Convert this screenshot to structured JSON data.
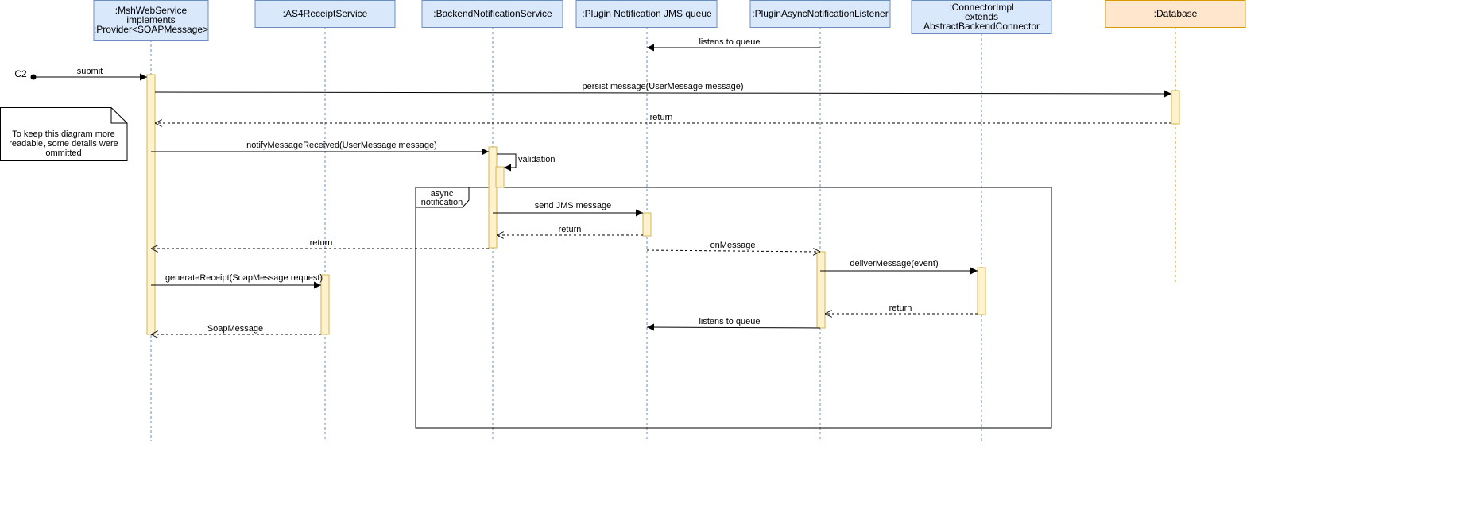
{
  "participants": [
    {
      "id": "msh",
      "lines": [
        ":MshWebService",
        "implements",
        ":Provider<SOAPMessage>"
      ],
      "fill": "#dae8fc",
      "stroke": "#6c8ebf",
      "lifeline": "#6c8ebf"
    },
    {
      "id": "as4",
      "lines": [
        ":AS4ReceiptService"
      ],
      "fill": "#dae8fc",
      "stroke": "#6c8ebf",
      "lifeline": "#6c8ebf"
    },
    {
      "id": "backend",
      "lines": [
        ":BackendNotificationService"
      ],
      "fill": "#dae8fc",
      "stroke": "#6c8ebf",
      "lifeline": "#6c8ebf"
    },
    {
      "id": "jms",
      "lines": [
        ":Plugin Notification JMS queue"
      ],
      "fill": "#dae8fc",
      "stroke": "#6c8ebf",
      "lifeline": "#6c8ebf"
    },
    {
      "id": "plugin",
      "lines": [
        ":PluginAsyncNotificationListener"
      ],
      "fill": "#dae8fc",
      "stroke": "#6c8ebf",
      "lifeline": "#6c8ebf"
    },
    {
      "id": "conn",
      "lines": [
        ":ConnectorImpl",
        "extends",
        "AbstractBackendConnector"
      ],
      "fill": "#dae8fc",
      "stroke": "#6c8ebf",
      "lifeline": "#6c8ebf"
    },
    {
      "id": "db",
      "lines": [
        ":Database"
      ],
      "fill": "#ffe6cc",
      "stroke": "#d79b00",
      "lifeline": "#d79b00"
    }
  ],
  "actor": {
    "label": "C2"
  },
  "messages": [
    {
      "id": "listens-to-queue-1",
      "label": "listens to queue",
      "type": "sync"
    },
    {
      "id": "submit",
      "label": "submit",
      "type": "sync"
    },
    {
      "id": "persist-message",
      "label": "persist message(UserMessage message)",
      "type": "sync"
    },
    {
      "id": "return-db",
      "label": "return",
      "type": "return"
    },
    {
      "id": "notify-message-received",
      "label": "notifyMessageReceived(UserMessage message)",
      "type": "sync"
    },
    {
      "id": "validation",
      "label": "validation",
      "type": "self"
    },
    {
      "id": "send-jms-message",
      "label": "send JMS message",
      "type": "sync"
    },
    {
      "id": "return-jms",
      "label": "return",
      "type": "return"
    },
    {
      "id": "return-backend",
      "label": "return",
      "type": "return"
    },
    {
      "id": "on-message",
      "label": "onMessage",
      "type": "async"
    },
    {
      "id": "deliver-message",
      "label": "deliverMessage(event)",
      "type": "sync"
    },
    {
      "id": "generate-receipt",
      "label": "generateReceipt(SoapMessage request)",
      "type": "sync"
    },
    {
      "id": "return-connector",
      "label": "return",
      "type": "return"
    },
    {
      "id": "listens-to-queue-2",
      "label": "listens to queue",
      "type": "sync"
    },
    {
      "id": "soap-message",
      "label": "SoapMessage",
      "type": "return"
    }
  ],
  "fragment": {
    "label_lines": [
      "async",
      "notification"
    ]
  },
  "note": {
    "lines": [
      "To keep this diagram more",
      "readable, some details were",
      "ommitted"
    ]
  },
  "colors": {
    "activation_fill": "#fff2cc",
    "activation_stroke": "#d6b656",
    "line": "#000000"
  }
}
